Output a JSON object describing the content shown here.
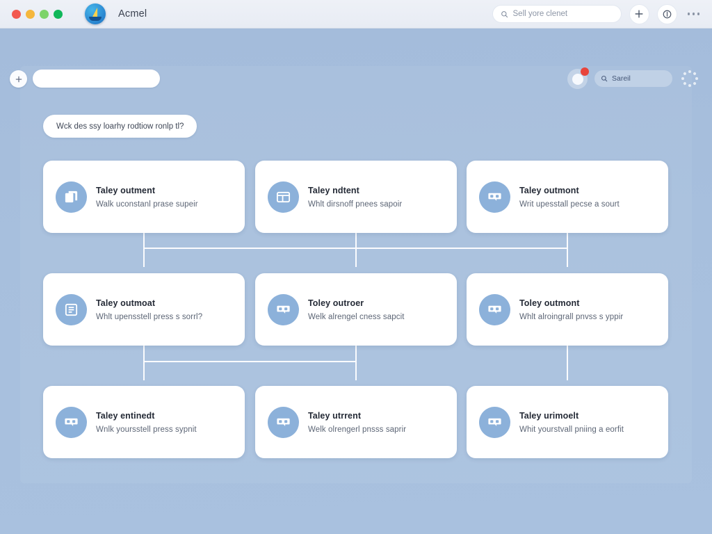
{
  "titlebar": {
    "app_name": "Acmel",
    "logo_icon": "sailboat-logo-icon",
    "search_value": "Sell yore clenet",
    "search_icon": "search-icon",
    "add_icon": "plus-icon",
    "info_icon": "info-circle-icon",
    "overflow_icon": "ellipsis-icon",
    "traffic_lights": [
      "close",
      "minimize",
      "zoom",
      "extra"
    ]
  },
  "toolbar": {
    "add_icon": "plus-icon",
    "url_value": "",
    "notification_icon": "bell-icon",
    "notification_badge": "",
    "search_icon": "search-icon",
    "search_value": "Sareil",
    "loading_icon": "loading-spinner-icon"
  },
  "prompt": {
    "text": "Wck des ssy loarhy rodtiow ronlp tl?"
  },
  "flow": {
    "cards": [
      {
        "title": "Taley outment",
        "subtitle": "Walk uconstanl prase supeir",
        "icon": "copy-document-icon"
      },
      {
        "title": "Taley ndtent",
        "subtitle": "Whlt dirsnoff pnees sapoir",
        "icon": "layout-grid-icon"
      },
      {
        "title": "Taley outmont",
        "subtitle": "Writ upesstall pecse a sourt",
        "icon": "chat-bubble-icon"
      },
      {
        "title": "Taley outmoat",
        "subtitle": "Whlt upensstell press s sorrl?",
        "icon": "article-document-icon"
      },
      {
        "title": "Toley outroer",
        "subtitle": "Welk alrengel cness sapcit",
        "icon": "chat-bubble-icon"
      },
      {
        "title": "Toley outmont",
        "subtitle": "Whlt alroingrall pnvss s yppir",
        "icon": "chat-bubble-icon"
      },
      {
        "title": "Taley entinedt",
        "subtitle": "Wnlk yoursstell press sypnit",
        "icon": "chat-bubble-icon"
      },
      {
        "title": "Taley utrrent",
        "subtitle": "Welk olrengerl pnsss saprir",
        "icon": "chat-bubble-icon"
      },
      {
        "title": "Taley urimoelt",
        "subtitle": "Whit yourstvall pniing a eorfit",
        "icon": "chat-bubble-icon"
      }
    ]
  },
  "colors": {
    "board_bg": "#a7bfdd",
    "card_bg": "#ffffff",
    "icon_bg": "#8cb1da",
    "connector": "#fbfcfe",
    "badge": "#e8453c",
    "title_text": "#242a36",
    "sub_text": "#5c6575"
  }
}
